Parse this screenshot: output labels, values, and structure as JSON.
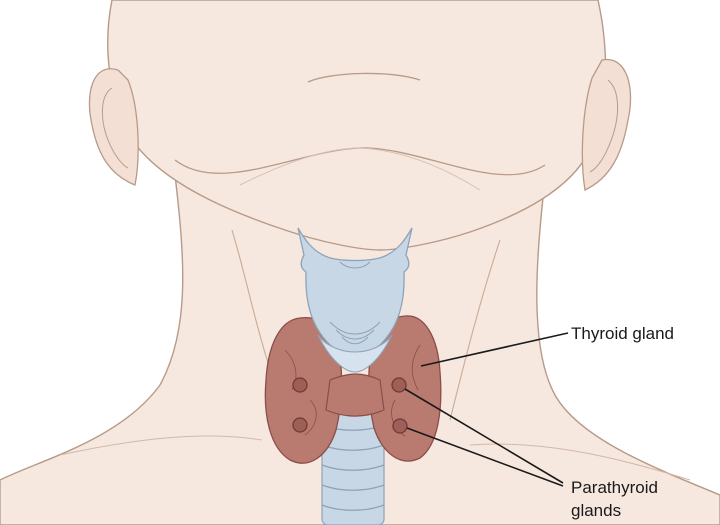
{
  "labels": {
    "thyroid": "Thyroid gland",
    "parathyroid_line1": "Parathyroid",
    "parathyroid_line2": "glands"
  },
  "colors": {
    "skin": "#f6e8df",
    "skin_outline": "#b89a88",
    "thyroid": "#b97a70",
    "thyroid_dark": "#8a4e47",
    "cartilage": "#c7d7e6",
    "cartilage_outline": "#8ea3b8",
    "leader_line": "#1a1a1a"
  }
}
